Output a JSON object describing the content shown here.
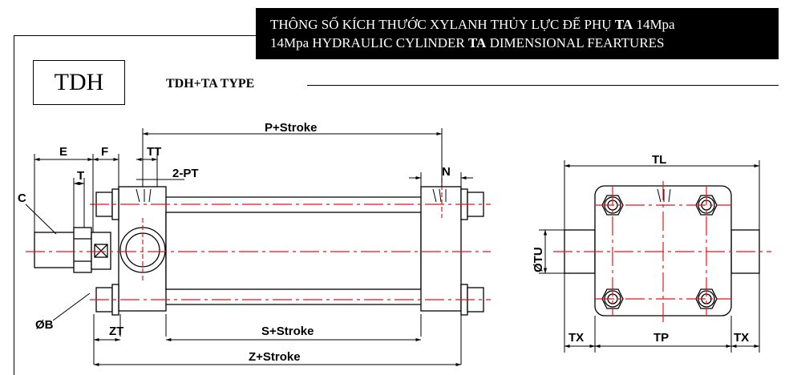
{
  "header": {
    "title_vn_pre": "THÔNG SỐ KÍCH THƯỚC XYLANH THỦY LỰC ĐẾ PHỤ ",
    "title_vn_bold": "TA",
    "title_vn_post": " 14Mpa",
    "title_en_pre": "14Mpa HYDRAULIC  CYLINDER ",
    "title_en_bold": "TA",
    "title_en_post": " DIMENSIONAL  FEARTURES"
  },
  "model": {
    "code": "TDH",
    "type_label": "TDH+TA  TYPE"
  },
  "side_view_dims": {
    "p_stroke": "P+Stroke",
    "e": "E",
    "f": "F",
    "tt": "TT",
    "t": "T",
    "two_pt": "2-PT",
    "n": "N",
    "c": "C",
    "ob": "ØB",
    "zt": "ZT",
    "s_stroke": "S+Stroke",
    "z_stroke": "Z+Stroke"
  },
  "end_view_dims": {
    "tl": "TL",
    "otu": "ØTU",
    "tx_left": "TX",
    "tp": "TP",
    "tx_right": "TX"
  },
  "colors": {
    "centerline": "#e8141e",
    "ink": "#000000",
    "body_fill": "#ffffff"
  }
}
